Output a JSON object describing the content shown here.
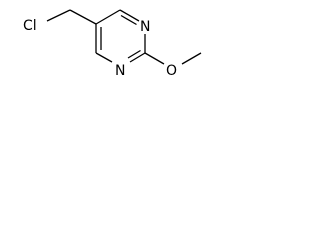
{
  "molecule": {
    "atoms": {
      "chlorine": "Cl",
      "n_top": "N",
      "n_bottom": "N",
      "oxygen": "O"
    },
    "colors": {
      "bond": "#000000",
      "label": "#000000",
      "background": "#ffffff"
    }
  }
}
